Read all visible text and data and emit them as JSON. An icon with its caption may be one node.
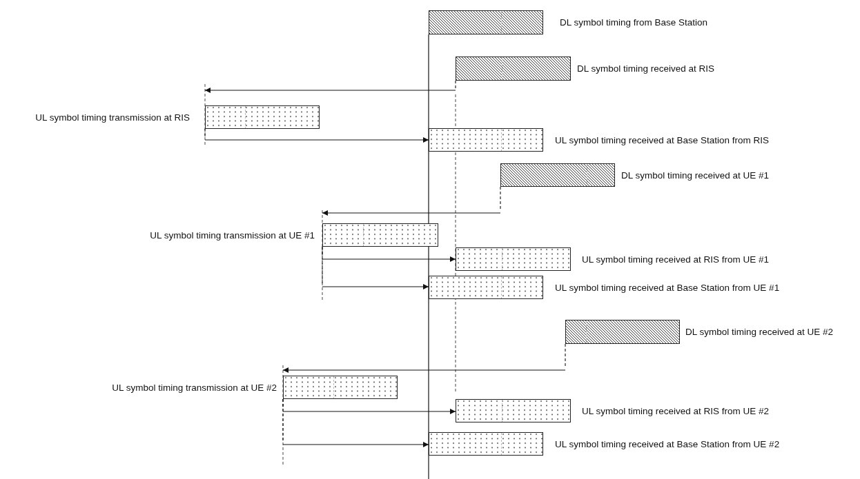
{
  "diagram": {
    "nodes": [
      {
        "text": [
          "DL symbol timing from Base Station"
        ]
      },
      {
        "text": [
          "DL symbol timing received at RIS"
        ]
      },
      {
        "text": [
          "UL symbol timing transmission at RIS"
        ]
      },
      {
        "text": [
          "UL symbol timing received at Base Station from RIS"
        ]
      },
      {
        "text": [
          "DL symbol timing received at UE #1"
        ]
      },
      {
        "text": [
          "UL symbol timing transmission at UE #1"
        ]
      },
      {
        "text": [
          "UL symbol timing received at RIS from UE #1"
        ]
      },
      {
        "text": [
          "UL symbol timing received at Base Station from UE #1"
        ]
      },
      {
        "text": [
          "DL symbol timing received at UE #2"
        ]
      },
      {
        "text": [
          "UL symbol timing transmission at UE #2"
        ]
      },
      {
        "text": [
          "UL symbol timing received at RIS from UE #2"
        ]
      },
      {
        "text": [
          "UL symbol timing received at Base Station from UE #2"
        ]
      }
    ],
    "edges": [
      {
        "from": 1,
        "to": 2,
        "arrow": "to"
      },
      {
        "from": 2,
        "to": 3,
        "arrow": "to"
      },
      {
        "from": 4,
        "to": 5,
        "arrow": "to"
      },
      {
        "from": 5,
        "to": 6,
        "arrow": "to"
      },
      {
        "from": 5,
        "to": 7,
        "arrow": "to"
      },
      {
        "from": 8,
        "to": 9,
        "arrow": "to"
      },
      {
        "from": 9,
        "to": 10,
        "arrow": "to"
      },
      {
        "from": 9,
        "to": 11,
        "arrow": "to"
      }
    ]
  }
}
